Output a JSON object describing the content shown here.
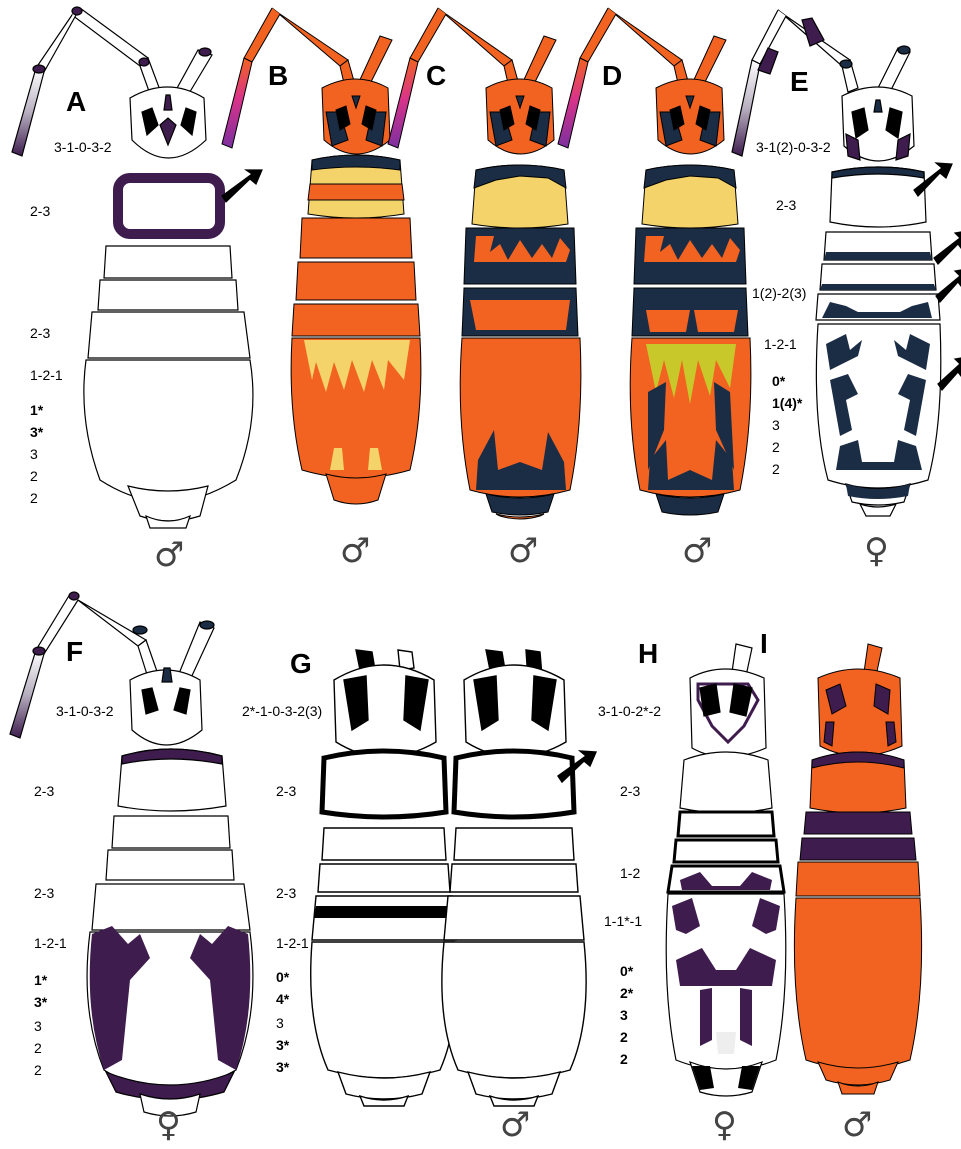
{
  "colors": {
    "orange": "#f26322",
    "navy": "#1b2d45",
    "yellow": "#f3d36a",
    "purple": "#3e1c4e",
    "black": "#000000",
    "white": "#ffffff",
    "magenta": "#b13a8f",
    "lime": "#c8c82a"
  },
  "panels": [
    {
      "id": "A",
      "sex": "♂",
      "labels": [
        "3-1-0-3-2",
        "2-3",
        "2-3",
        "1-2-1",
        "1*",
        "3*",
        "3",
        "2",
        "2"
      ]
    },
    {
      "id": "B",
      "sex": "♂"
    },
    {
      "id": "C",
      "sex": "♂"
    },
    {
      "id": "D",
      "sex": "♂"
    },
    {
      "id": "E",
      "sex": "♀",
      "labels": [
        "3-1(2)-0-3-2",
        "2-3",
        "1(2)-2(3)",
        "1-2-1",
        "0*",
        "1(4)*",
        "3",
        "2",
        "2"
      ]
    },
    {
      "id": "F",
      "sex": "♀",
      "labels": [
        "3-1-0-3-2",
        "2-3",
        "2-3",
        "1-2-1",
        "1*",
        "3*",
        "3",
        "2",
        "2"
      ]
    },
    {
      "id": "G",
      "sex": "♂",
      "labels": [
        "2*-1-0-3-2(3)",
        "2-3",
        "2-3",
        "1-2-1",
        "0*",
        "4*",
        "3",
        "3*",
        "3*"
      ]
    },
    {
      "id": "H",
      "sex": "♀",
      "labels": [
        "3-1-0-2*-2",
        "2-3",
        "1-2",
        "1-1*-1",
        "0*",
        "2*",
        "3",
        "2",
        "2"
      ]
    },
    {
      "id": "I",
      "sex": "♂"
    }
  ]
}
